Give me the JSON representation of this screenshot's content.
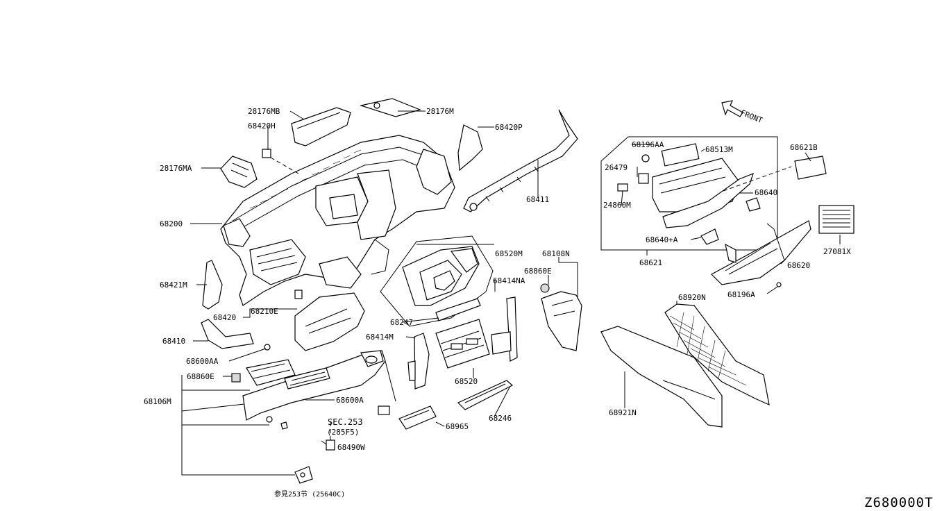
{
  "diagram": {
    "catalog_code": "Z680000T",
    "front_label": "FRONT",
    "labels": {
      "p28176MB": "28176MB",
      "p28176M": "28176M",
      "p68420H": "68420H",
      "p68420P": "68420P",
      "p28176MA": "28176MA",
      "p68411": "68411",
      "p68200": "68200",
      "p68421M": "68421M",
      "p68420": "68420",
      "p68210E": "68210E",
      "p68410": "68410",
      "p68600AA": "68600AA",
      "p68860E_left": "68860E",
      "p68106M": "68106M",
      "p68600A": "68600A",
      "sec_253": "SEC.253",
      "sec_285f5": "(285F5)",
      "p68490W": "68490W",
      "ref_253": "参見253节 (25640C)",
      "p68520M": "68520M",
      "p68247": "68247",
      "p68414NA": "68414NA",
      "p68414M": "68414M",
      "p68520": "68520",
      "p68965": "68965",
      "p68246": "68246",
      "p68108N": "68108N",
      "p68860E_right": "68860E",
      "p68196AA": "68196AA",
      "p68513M": "68513M",
      "p26479": "26479",
      "p24860M": "24860M",
      "p68640": "68640",
      "p68640A": "68640+A",
      "p68621": "68621",
      "p68621B": "68621B",
      "p27081X": "27081X",
      "p68620": "68620",
      "p68196A": "68196A",
      "p68920N": "68920N",
      "p68921N": "68921N"
    }
  }
}
